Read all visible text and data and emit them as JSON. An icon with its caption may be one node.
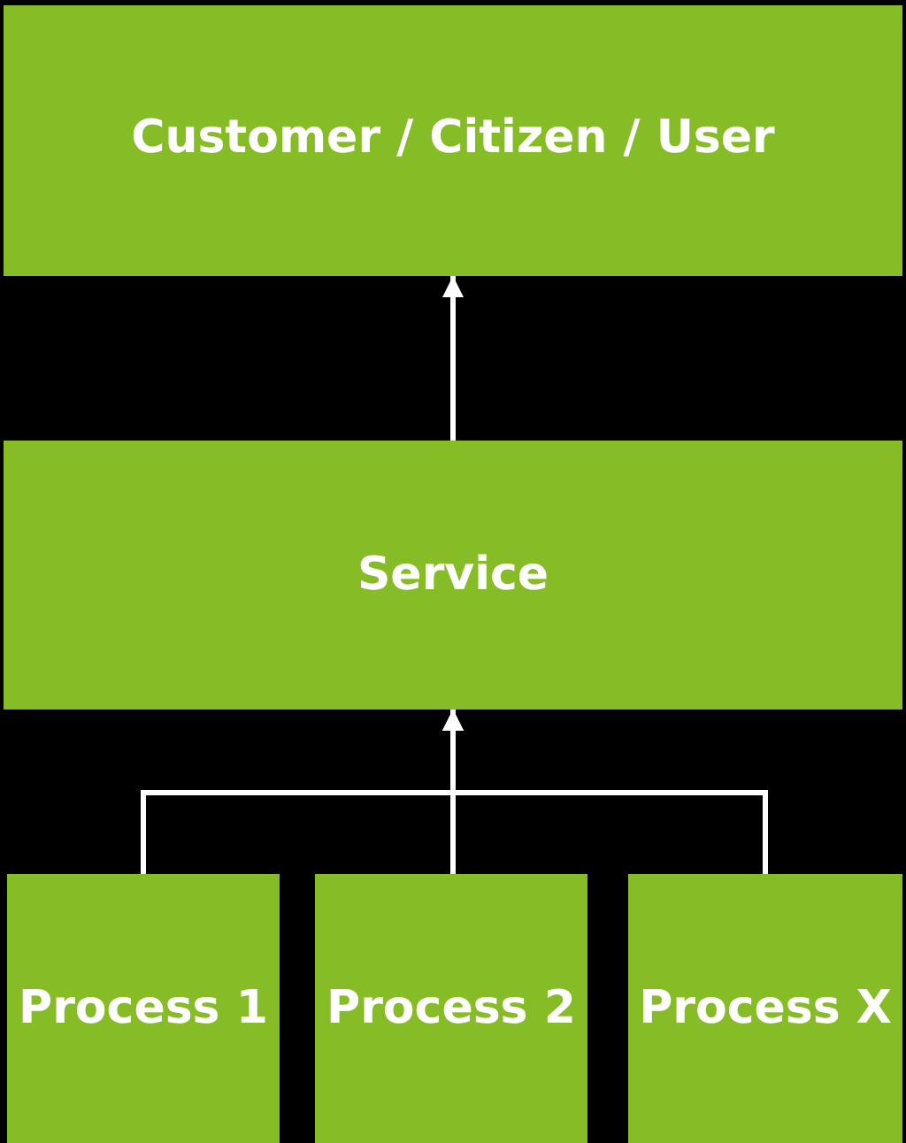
{
  "diagram": {
    "nodes": [
      {
        "text": [
          "Customer / Citizen / User"
        ]
      },
      {
        "text": [
          "Service"
        ]
      },
      {
        "text": [
          "Process 1"
        ]
      },
      {
        "text": [
          "Process 2"
        ]
      },
      {
        "text": [
          "Process X"
        ]
      }
    ],
    "edges": [
      {
        "from": 1,
        "to": 0,
        "arrow": "to"
      },
      {
        "from": 2,
        "to": 1,
        "arrow": "to"
      },
      {
        "from": 3,
        "to": 1,
        "arrow": "to"
      },
      {
        "from": 4,
        "to": 1,
        "arrow": "to"
      }
    ]
  }
}
